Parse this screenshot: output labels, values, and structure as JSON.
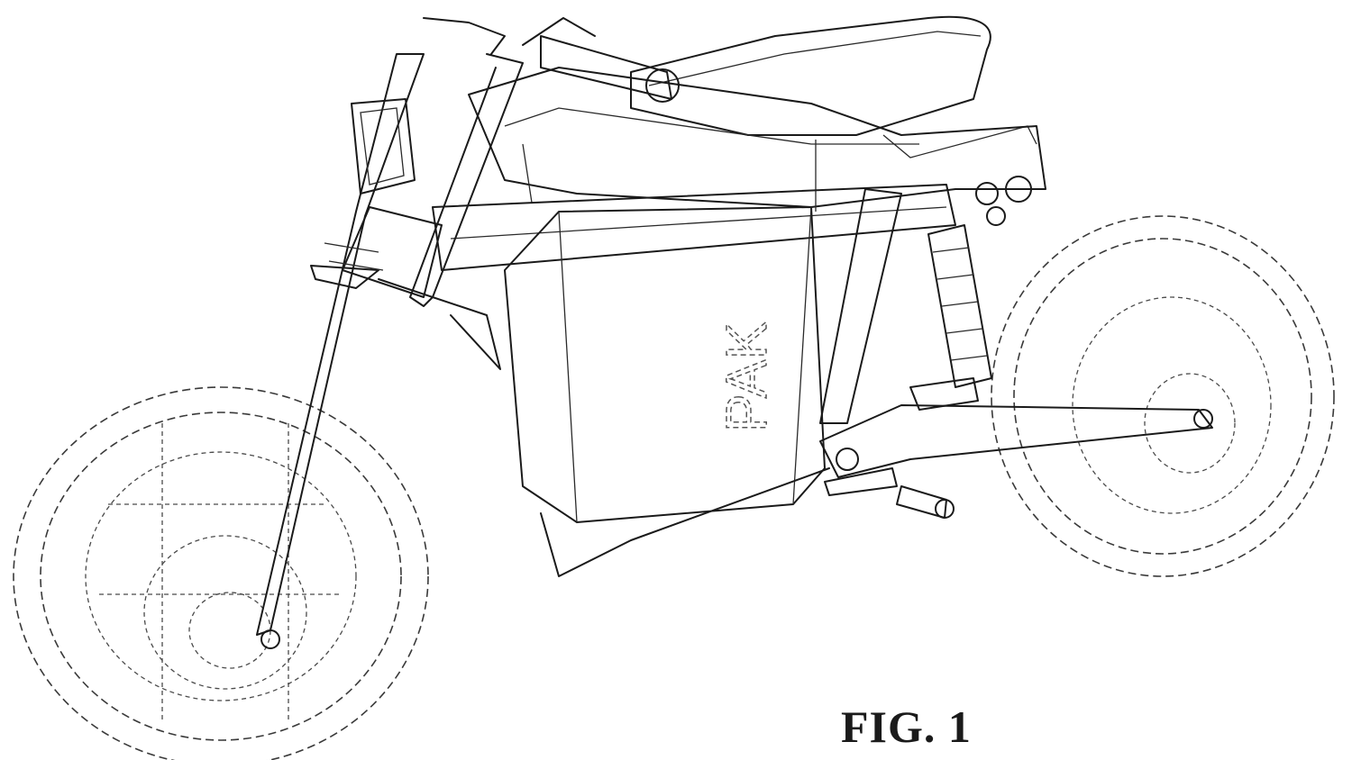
{
  "figure": {
    "label": "FIG. 1",
    "subject": "electric motorcycle patent line drawing",
    "battery_text": "PAK"
  }
}
